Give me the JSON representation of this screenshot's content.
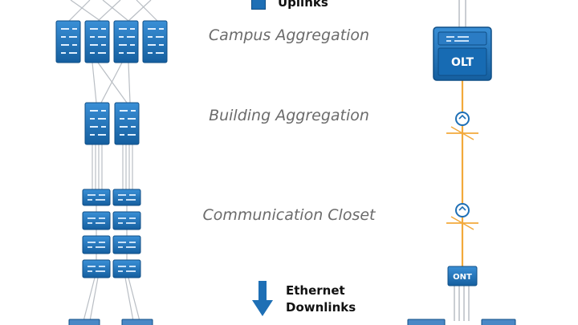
{
  "labels": {
    "level_1": "Campus Aggregation",
    "level_2": "Building Aggregation",
    "level_3": "Communication Closet"
  },
  "legend": {
    "uplinks": "Uplinks",
    "downlinks_line1": "Ethernet",
    "downlinks_line2": "Downlinks"
  },
  "devices": {
    "olt": "OLT",
    "ont": "ONT"
  },
  "colors": {
    "switch_blue": "#1e6fb5",
    "switch_dark": "#0f4e86",
    "fiber_orange": "#f2a93b",
    "link_gray": "#b9bec4"
  },
  "icons": {
    "switch": "network-switch-icon",
    "splitter": "optical-splitter-icon",
    "olt": "olt-chassis-icon",
    "ont": "ont-device-icon",
    "arrow": "arrow-down-icon"
  }
}
